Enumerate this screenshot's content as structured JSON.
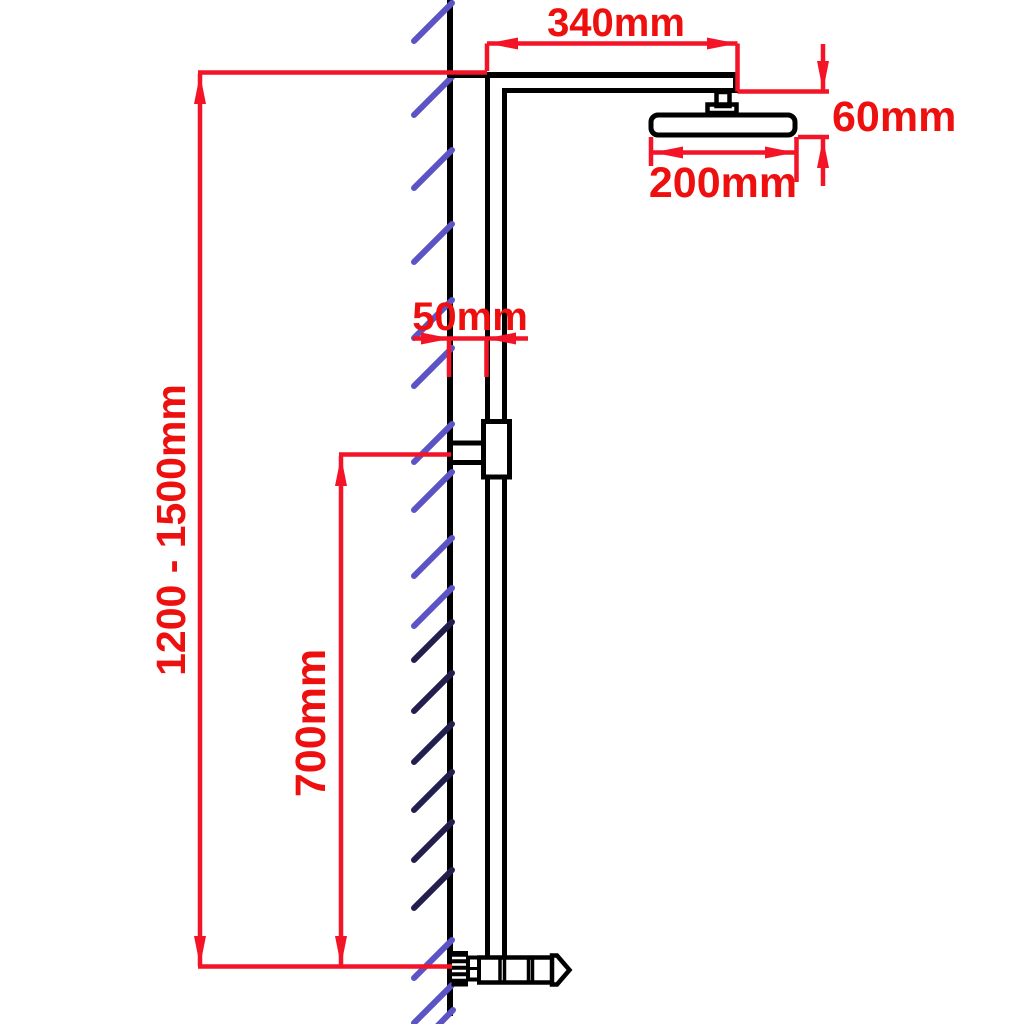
{
  "colors": {
    "dim_red": "#f41428",
    "text_red": "#ee0f0f",
    "line_black": "#000000",
    "hatch_blue": "#5b53c6",
    "hatch_dark": "#221f4e",
    "bg": "#ffffff"
  },
  "dimensions": {
    "arm_length": {
      "label": "340mm"
    },
    "head_height": {
      "label": "60mm"
    },
    "head_width": {
      "label": "200mm"
    },
    "wall_offset": {
      "label": "50mm"
    },
    "overall_height": {
      "label": "1200 - 1500mm"
    },
    "handset_height": {
      "label": "700mm"
    }
  }
}
